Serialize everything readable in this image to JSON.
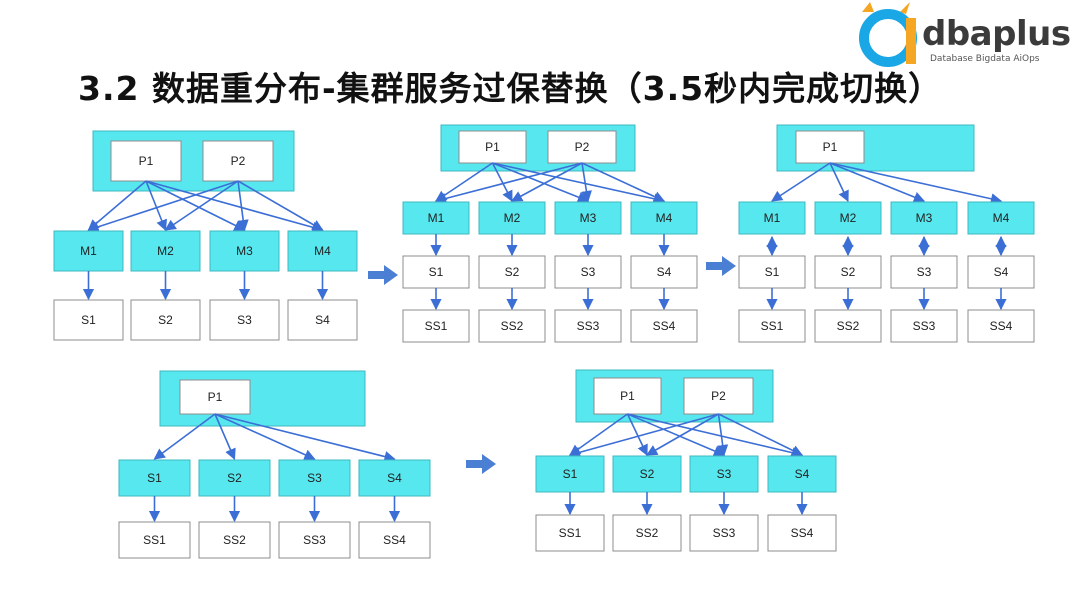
{
  "title": "3.2 数据重分布-集群服务过保替换（3.5秒内完成切换）",
  "logo": {
    "text": "dbaplus",
    "tagline": "Database  Bigdata  AiOps",
    "colors": {
      "ring": "#1aa7e6",
      "accent": "#f5a623",
      "text": "#3b3b3b"
    }
  },
  "colors": {
    "cyan_box": "#57e8ef",
    "arrow": "#3c6fd6"
  },
  "diagrams": [
    {
      "id": "d1",
      "top_nodes": [
        "P1",
        "P2"
      ],
      "middle_nodes": [
        "M1",
        "M2",
        "M3",
        "M4"
      ],
      "bottom_nodes": [
        "S1",
        "S2",
        "S3",
        "S4"
      ]
    },
    {
      "id": "d2",
      "top_nodes": [
        "P1",
        "P2"
      ],
      "middle_nodes": [
        "M1",
        "M2",
        "M3",
        "M4"
      ],
      "bottom_nodes": [
        "S1",
        "S2",
        "S3",
        "S4"
      ],
      "lower_nodes": [
        "SS1",
        "SS2",
        "SS3",
        "SS4"
      ]
    },
    {
      "id": "d3",
      "top_nodes": [
        "P1"
      ],
      "middle_nodes": [
        "M1",
        "M2",
        "M3",
        "M4"
      ],
      "bottom_nodes": [
        "S1",
        "S2",
        "S3",
        "S4"
      ],
      "lower_nodes": [
        "SS1",
        "SS2",
        "SS3",
        "SS4"
      ]
    },
    {
      "id": "d4",
      "top_nodes": [
        "P1"
      ],
      "middle_nodes": [
        "S1",
        "S2",
        "S3",
        "S4"
      ],
      "bottom_nodes": [
        "SS1",
        "SS2",
        "SS3",
        "SS4"
      ]
    },
    {
      "id": "d5",
      "top_nodes": [
        "P1",
        "P2"
      ],
      "middle_nodes": [
        "S1",
        "S2",
        "S3",
        "S4"
      ],
      "bottom_nodes": [
        "SS1",
        "SS2",
        "SS3",
        "SS4"
      ]
    }
  ]
}
